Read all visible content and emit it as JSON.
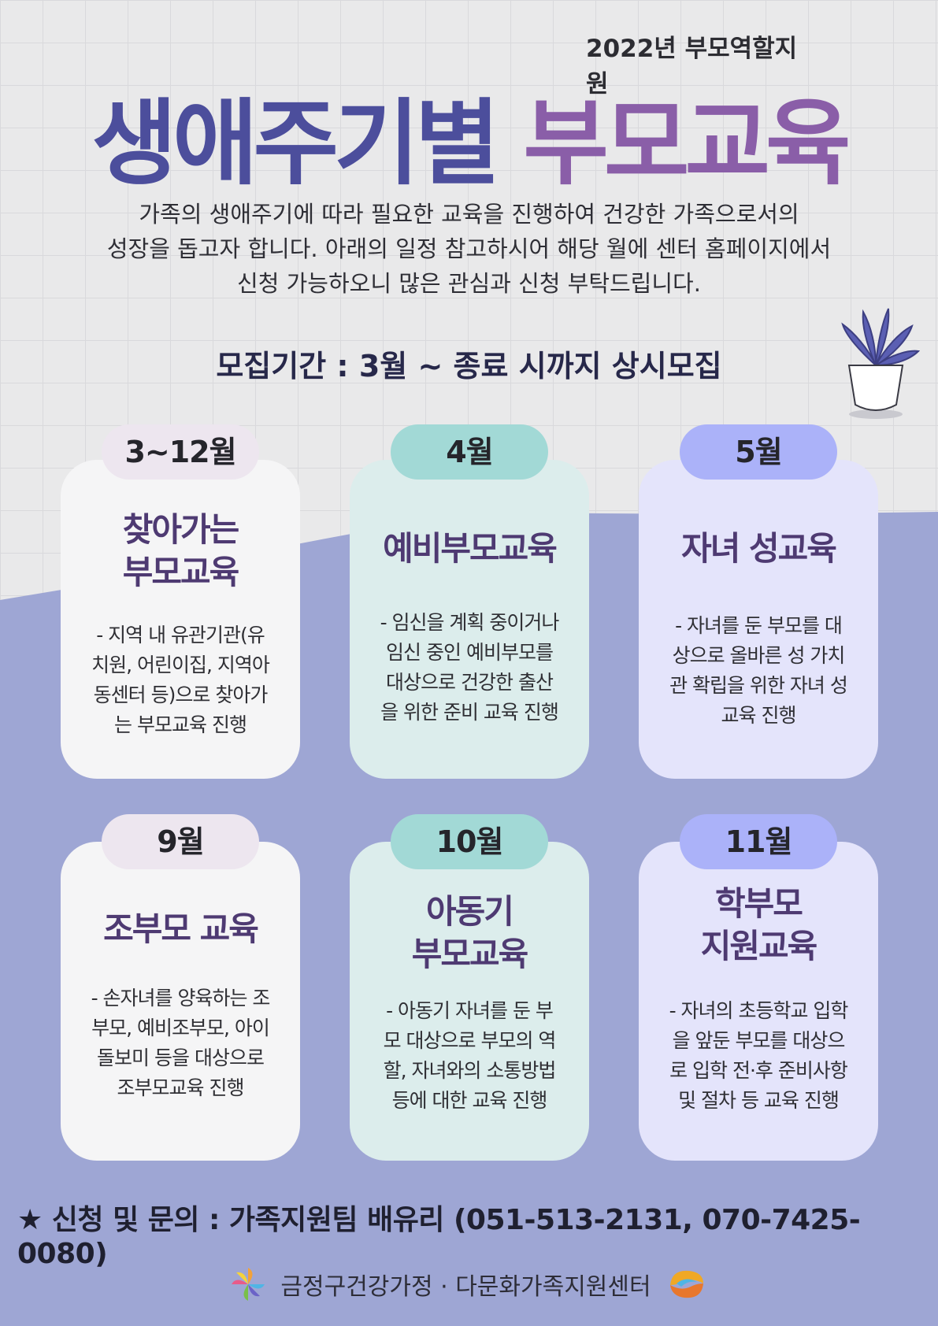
{
  "header": {
    "subtitle": "2022년 부모역할지원",
    "title_part1": "생애주기별",
    "title_part2": "부모교육"
  },
  "intro": {
    "lines": [
      "가족의 생애주기에 따라 필요한 교육을 진행하여 건강한 가족으로서의",
      "성장을 돕고자 합니다. 아래의 일정 참고하시어 해당 월에 센터 홈페이지에서",
      "신청 가능하오니 많은 관심과 신청 부탁드립니다."
    ]
  },
  "recruit": "모집기간 : 3월 ~ 종료 시까지 상시모집",
  "programs": [
    {
      "month": "3~12월",
      "title_lines": [
        "찾아가는",
        "부모교육"
      ],
      "desc_lines": [
        "- 지역 내 유관기관(유",
        "치원, 어린이집, 지역아",
        "동센터 등)으로 찾아가",
        "는 부모교육 진행"
      ]
    },
    {
      "month": "4월",
      "title_lines": [
        "예비부모교육"
      ],
      "desc_lines": [
        "- 임신을 계획 중이거나",
        "임신 중인 예비부모를",
        "대상으로 건강한 출산",
        "을 위한 준비 교육 진행"
      ]
    },
    {
      "month": "5월",
      "title_lines": [
        "자녀 성교육"
      ],
      "desc_lines": [
        "- 자녀를 둔 부모를 대",
        "상으로  올바른 성 가치",
        "관 확립을 위한 자녀 성",
        "교육 진행"
      ]
    },
    {
      "month": "9월",
      "title_lines": [
        "조부모 교육"
      ],
      "desc_lines": [
        "- 손자녀를 양육하는 조",
        "부모, 예비조부모, 아이",
        "돌보미 등을 대상으로",
        "조부모교육 진행"
      ]
    },
    {
      "month": "10월",
      "title_lines": [
        "아동기",
        "부모교육"
      ],
      "desc_lines": [
        "- 아동기 자녀를 둔 부",
        "모 대상으로 부모의 역",
        "할, 자녀와의 소통방법",
        "등에 대한 교육 진행"
      ]
    },
    {
      "month": "11월",
      "title_lines": [
        "학부모",
        "지원교육"
      ],
      "desc_lines": [
        "- 자녀의 초등학교 입학",
        "을 앞둔 부모를 대상으",
        "로 입학 전·후 준비사항",
        "및 절차 등 교육 진행"
      ]
    }
  ],
  "contact": "★ 신청 및 문의 : 가족지원팀 배유리 (051-513-2131, 070-7425-0080)",
  "footer": {
    "org_name": "금정구건강가정 · 다문화가족지원센터",
    "left_logo": "pinwheel-logo",
    "right_logo": "swirl-logo"
  },
  "colors": {
    "title_blue": "#4c4e9c",
    "title_purple": "#8a5ea8",
    "lower_bg": "#9ea6d4",
    "pill_pink": "#ede6ef",
    "pill_teal": "#a2d9d6",
    "pill_periwinkle": "#abb2f9"
  }
}
